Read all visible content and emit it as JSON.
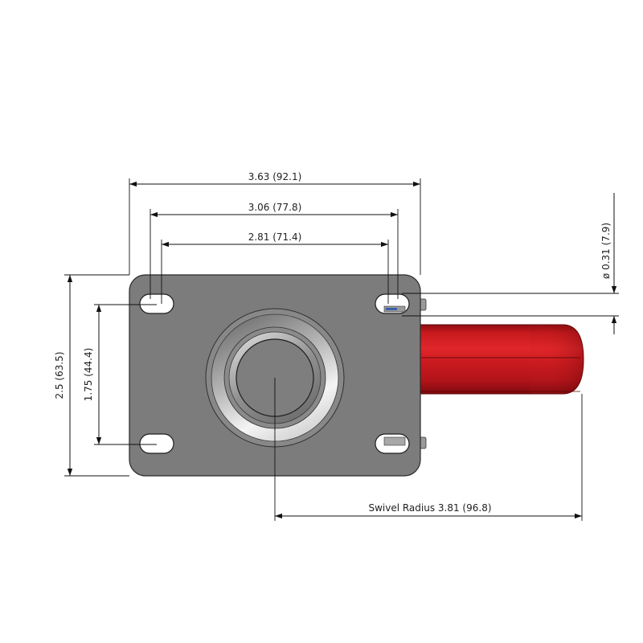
{
  "drawing": {
    "overall_width_label": "3.63 (92.1)",
    "hole_outer_spacing_label": "3.06 (77.8)",
    "hole_inner_spacing_label": "2.81 (71.4)",
    "hole_diameter_label": "ø 0.31 (7.9)",
    "overall_height_label": "2.5 (63.5)",
    "hole_vertical_spacing_label": "1.75 (44.4)",
    "swivel_radius_label": "Swivel Radius 3.81 (96.8)"
  },
  "colors": {
    "plate": "#7c7c7c",
    "wheel": "#c8161b",
    "background": "#ffffff"
  }
}
